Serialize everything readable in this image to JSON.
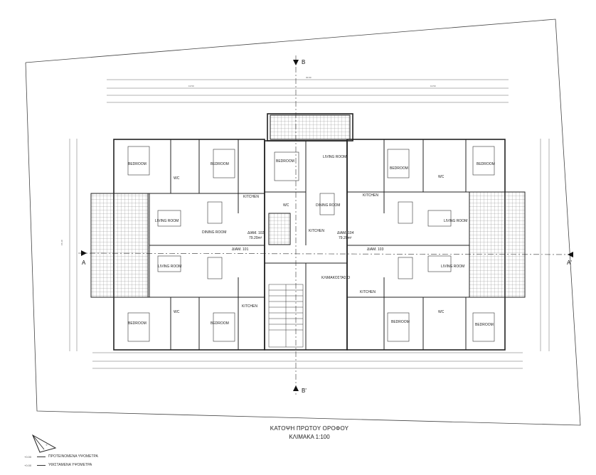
{
  "drawing": {
    "title": "ΚΑΤΟΨΗ ΠΡΩΤΟΥ ΟΡΟΦΟΥ",
    "scale": "ΚΛΙΜΑΚΑ 1:100"
  },
  "sections": {
    "top": "B",
    "bottom": "B'",
    "left": "A",
    "right": "A'"
  },
  "rooms": {
    "bedroom": "BEDROOM",
    "living_room": "LIVING ROOM",
    "dining_room": "DINING ROOM",
    "kitchen": "KITCHEN",
    "wc": "WC",
    "stair_hall": "ΚΛΙΜΑΚΟΣΤΑΣΙΟ"
  },
  "apartments": {
    "a102": "ΔΙΑΜ. 102",
    "a101": "ΔΙΑΜ. 101",
    "a103": "ΔΙΑΜ. 103",
    "a104": "ΔΙΑΜ. 104",
    "area_102": "79.20m²",
    "area_104": "79.20m²"
  },
  "dimensions": {
    "total": "30.90",
    "left_half": "13.50",
    "right_half": "13.50",
    "height": "15.30"
  },
  "legend": {
    "item1_code": "+0.00",
    "item1_label": "ΠΡΟΤΕΙΝΟΜΕΝΑ ΥΨΟΜΕΤΡΑ",
    "item2_code": "+0.00",
    "item2_label": "ΥΦΙΣΤΑΜΕΝΑ ΥΨΟΜΕΤΡΑ",
    "north": "N"
  },
  "colors": {
    "ink": "#222222",
    "hatch": "#555555",
    "paper": "#ffffff"
  }
}
